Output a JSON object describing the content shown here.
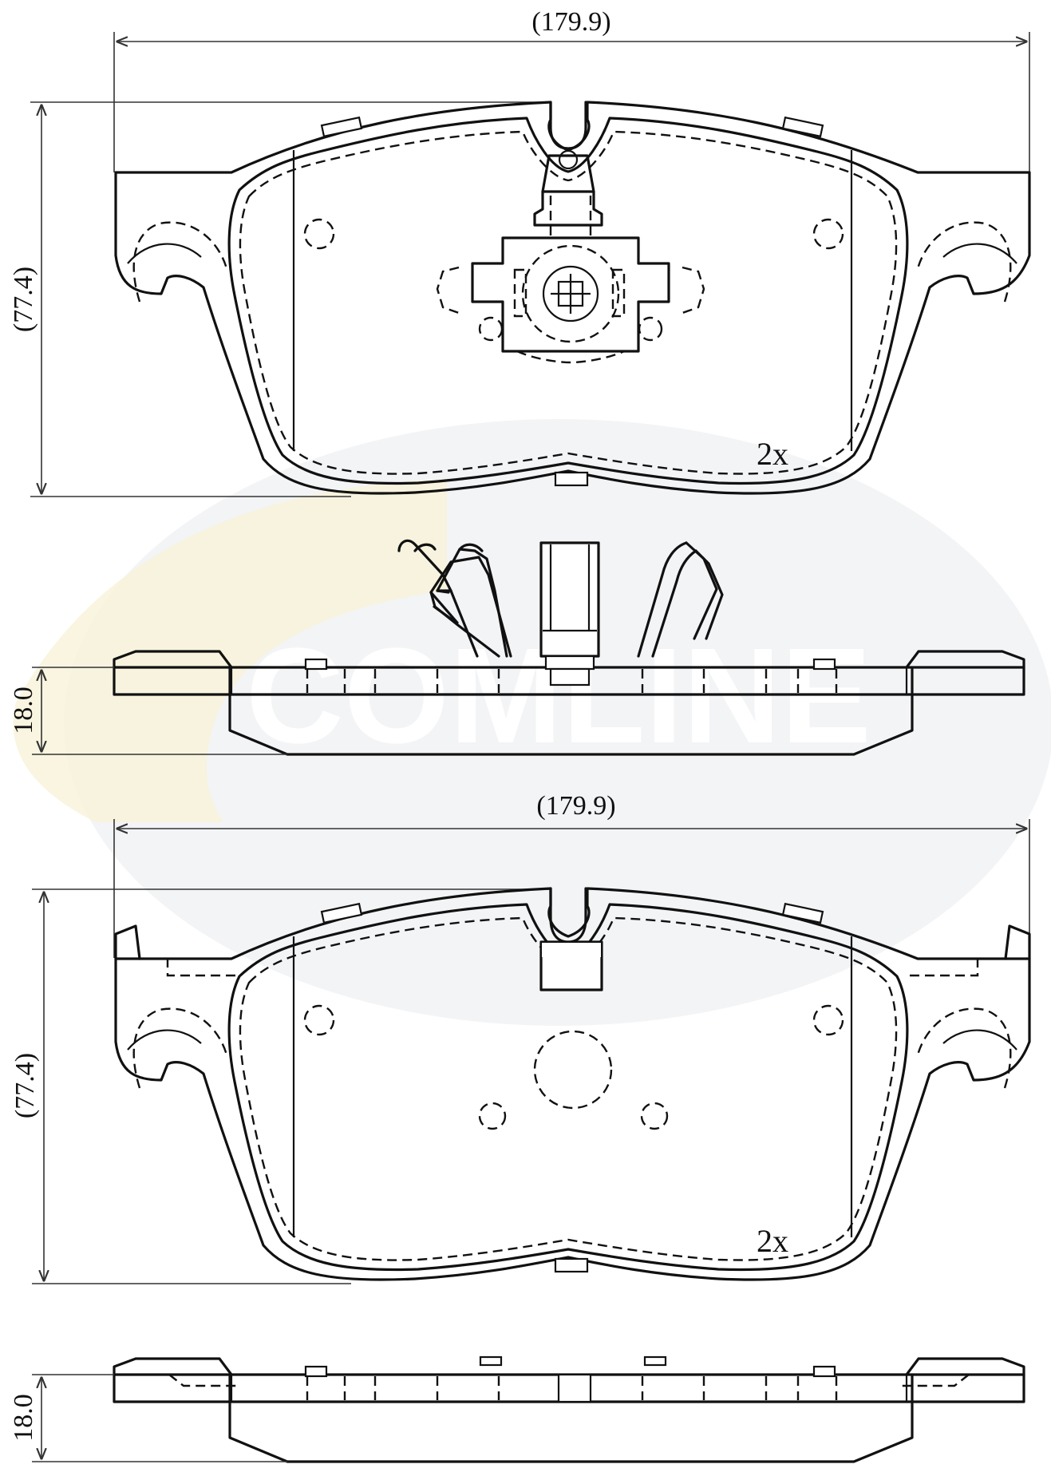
{
  "watermark": {
    "text": "COMLINE",
    "ellipse_color": "#f3f4f6",
    "accent_color": "#f7f2d8"
  },
  "top_view_1": {
    "width_label": "(179.9)",
    "height_label": "(77.4)",
    "quantity": "2x"
  },
  "side_view_1": {
    "thickness_label": "18.0"
  },
  "top_view_2": {
    "width_label": "(179.9)",
    "height_label": "(77.4)",
    "quantity": "2x"
  },
  "side_view_2": {
    "thickness_label": "18.0"
  }
}
